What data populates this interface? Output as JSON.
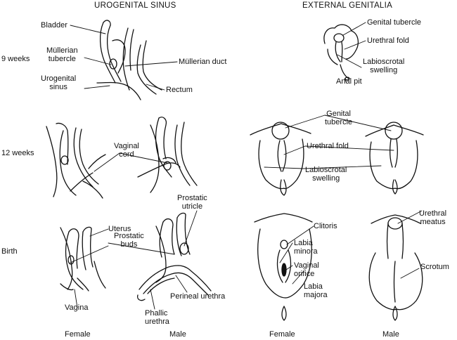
{
  "headers": {
    "urogenital_sinus": "UROGENITAL SINUS",
    "external_genitalia": "EXTERNAL GENITALIA"
  },
  "stages": {
    "nine_weeks": "9 weeks",
    "twelve_weeks": "12 weeks",
    "birth": "Birth"
  },
  "sinus_labels": {
    "bladder": "Bladder",
    "mullerian_tubercle": "Müllerian\ntubercle",
    "mullerian_duct": "Müllerian duct",
    "urogenital_sinus": "Urogenital\nsinus",
    "rectum": "Rectum",
    "vaginal_cord": "Vaginal\ncord",
    "prostatic_utricle": "Prostatic\nutricle",
    "uterus": "Uterus",
    "prostatic_buds": "Prostatic\nbuds",
    "vagina": "Vagina",
    "perineal_urethra": "Perineal urethra",
    "phallic_urethra": "Phallic\nurethra"
  },
  "external_labels": {
    "genital_tubercle_9": "Genital tubercle",
    "urethral_fold_9": "Urethral fold",
    "labioscrotal_swelling_9": "Labioscrotal\nswelling",
    "anal_pit": "Anal pit",
    "genital_tubercle_12": "Genital\ntubercle",
    "urethral_fold_12": "Urethral fold",
    "labioscrotal_swelling_12": "Labioscrotal\nswelling",
    "clitoris": "Clitoris",
    "labia_minora": "Labia\nminora",
    "vaginal_orifice": "Vaginal\norifice",
    "labia_majora": "Labia\nmajora",
    "urethral_meatus": "Urethral\nmeatus",
    "scrotum": "Scrotum"
  },
  "footer": {
    "female_left": "Female",
    "male_left": "Male",
    "female_right": "Female",
    "male_right": "Male"
  }
}
